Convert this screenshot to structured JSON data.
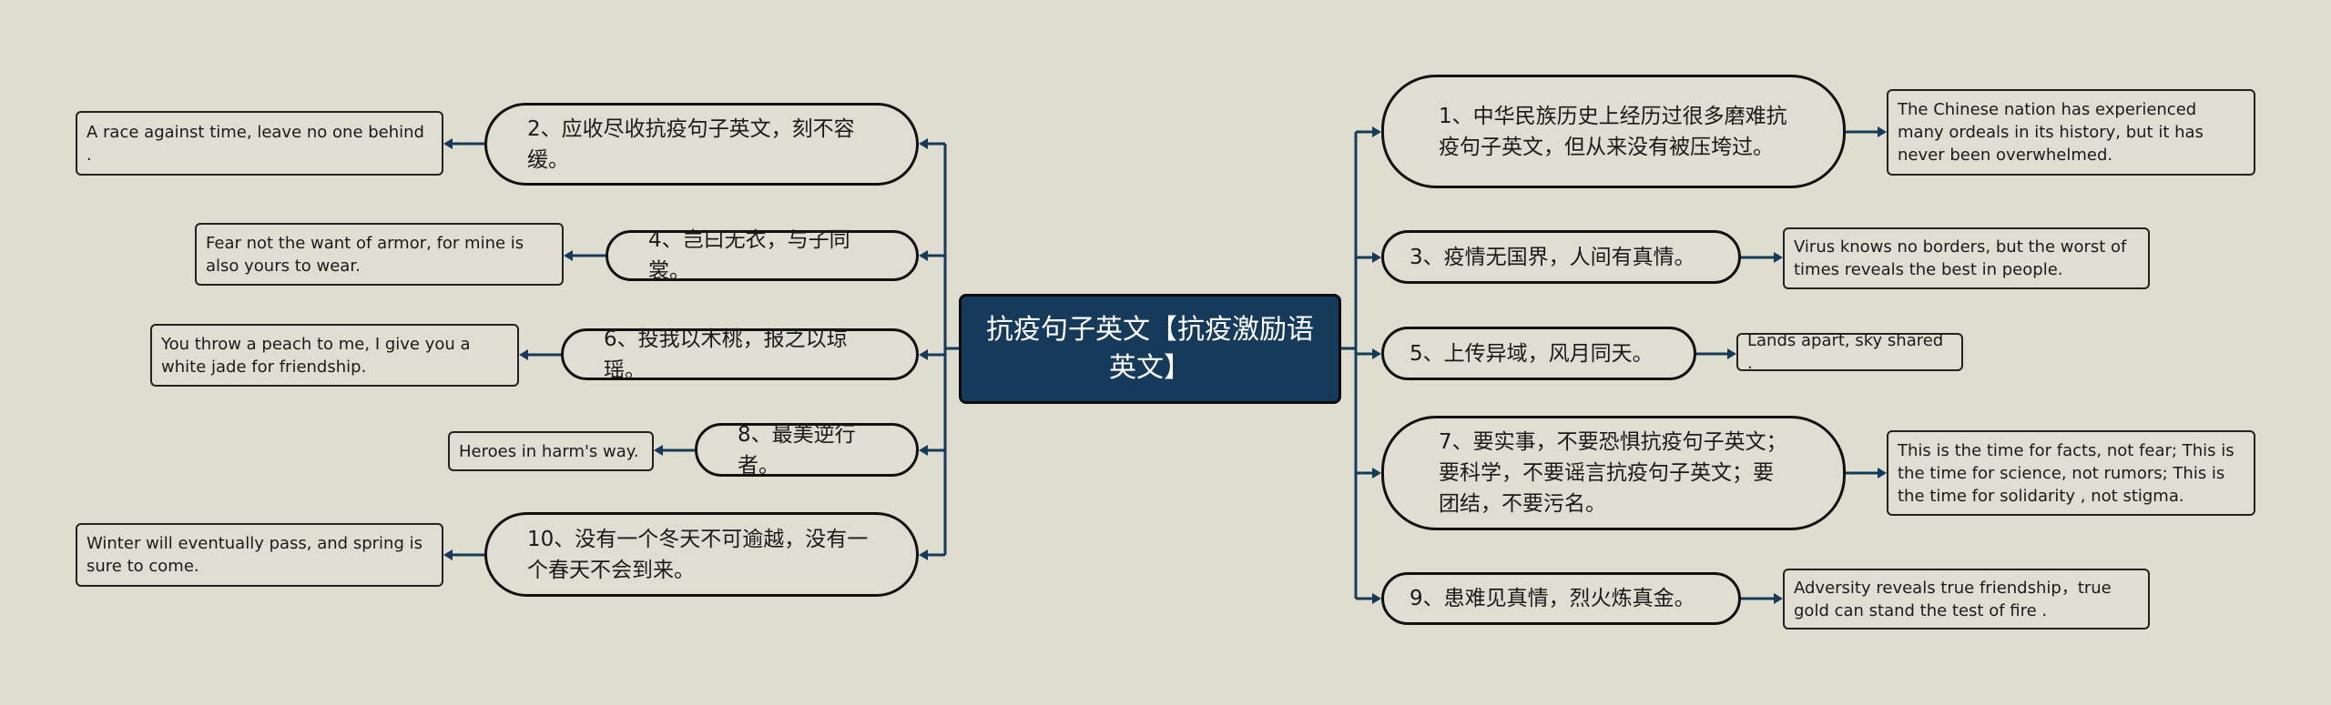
{
  "center": {
    "title": "抗疫句子英文【抗疫激励语英文】"
  },
  "left": [
    {
      "cn": "2、应收尽收抗疫句子英文，刻不容缓。",
      "en": "A race against time, leave no one behind ."
    },
    {
      "cn": "4、岂曰无衣，与子同裳。",
      "en": "Fear not the want of armor, for mine is also yours to wear."
    },
    {
      "cn": "6、投我以木桃，报之以琼瑶。",
      "en": "You throw a peach to me, I give you a white jade for friendship."
    },
    {
      "cn": "8、最美逆行者。",
      "en": "Heroes in harm's way."
    },
    {
      "cn": "10、没有一个冬天不可逾越，没有一个春天不会到来。",
      "en": "Winter will eventually pass, and spring is sure to come."
    }
  ],
  "right": [
    {
      "cn": "1、中华民族历史上经历过很多磨难抗疫句子英文，但从来没有被压垮过。",
      "en": "The Chinese nation has experienced many ordeals in its history, but it has never been overwhelmed."
    },
    {
      "cn": "3、疫情无国界，人间有真情。",
      "en": "Virus knows no borders, but the worst of times reveals the best in people."
    },
    {
      "cn": "5、上传异域，风月同天。",
      "en": "Lands apart, sky shared ."
    },
    {
      "cn": "7、要实事，不要恐惧抗疫句子英文；要科学，不要谣言抗疫句子英文；要团结，不要污名。",
      "en": "This is the time for facts, not fear; This is the time for science, not rumors; This is the time for solidarity , not stigma."
    },
    {
      "cn": "9、患难见真情，烈火炼真金。",
      "en": "Adversity reveals true friendship，true gold can stand the test of fire ."
    }
  ],
  "colors": {
    "background": "#dfddd0",
    "center": "#163a59",
    "connector": "#163a59"
  }
}
